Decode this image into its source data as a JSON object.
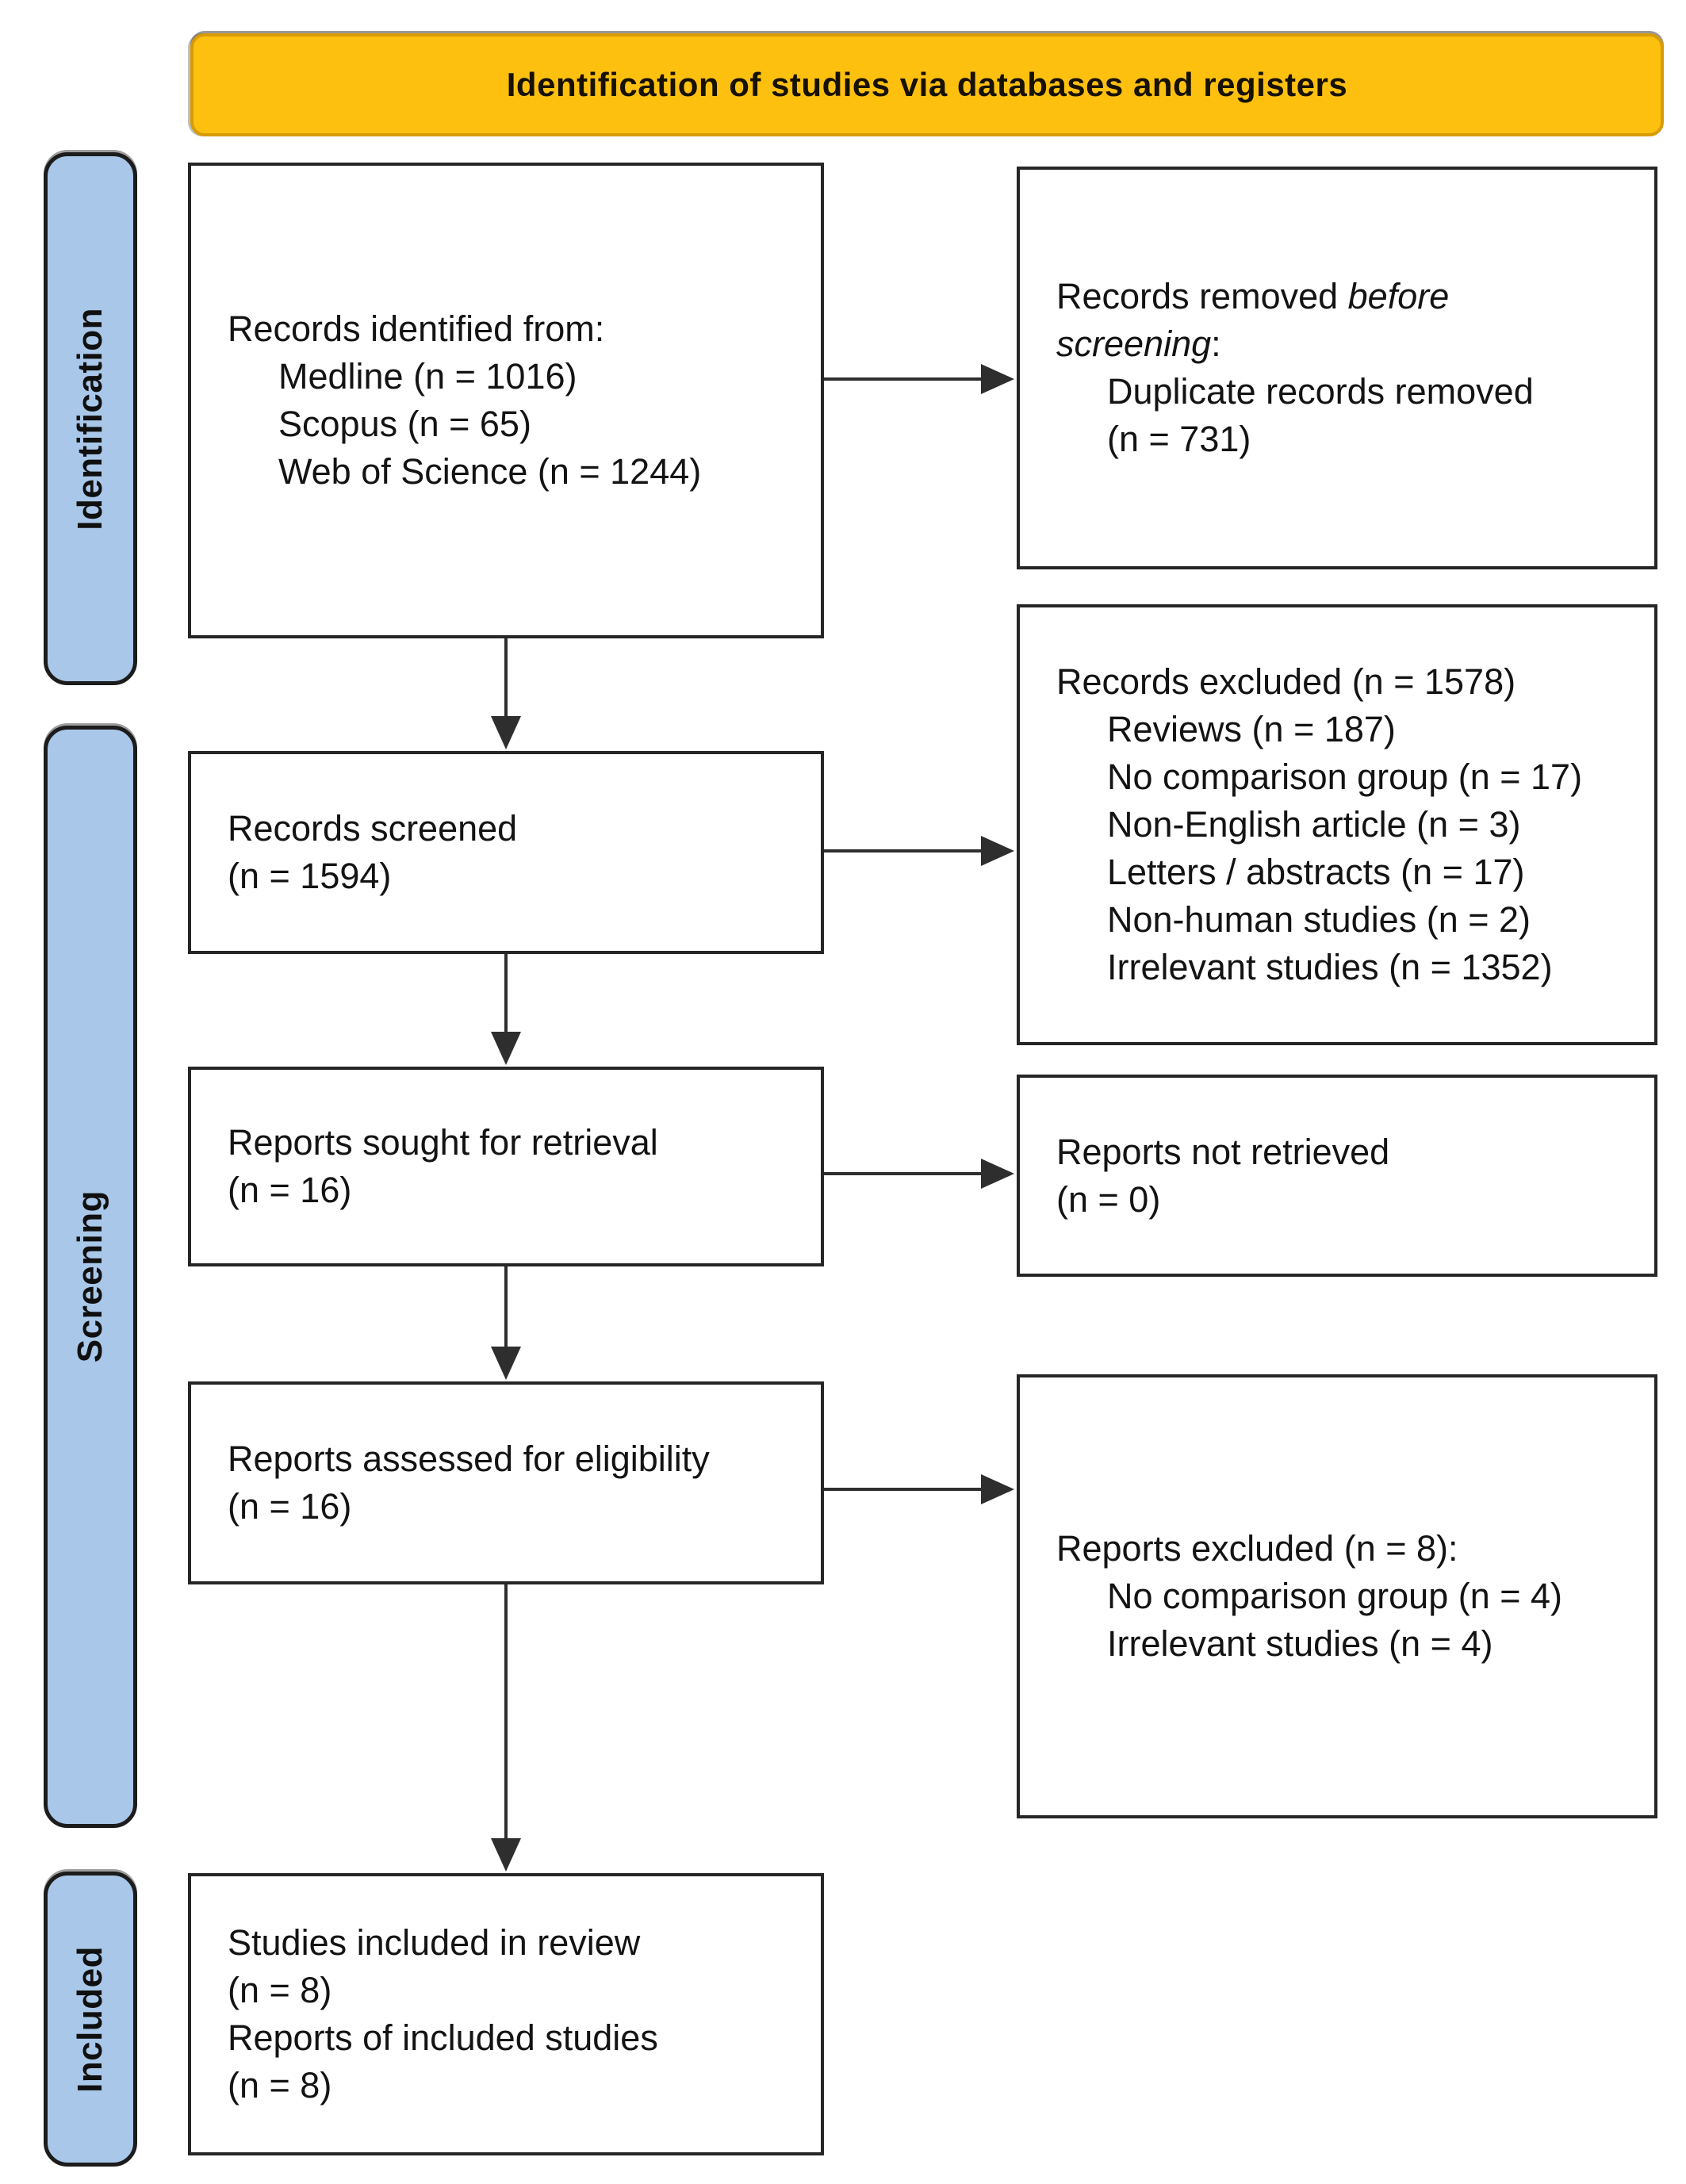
{
  "banner": {
    "title": "Identification of studies via databases and registers"
  },
  "rails": [
    {
      "label": "Identification"
    },
    {
      "label": "Screening"
    },
    {
      "label": "Included"
    }
  ],
  "boxes": {
    "identified": {
      "lines": [
        "Records identified from:",
        "Medline (n = 1016)",
        "Scopus (n = 65)",
        "Web of Science (n = 1244)"
      ]
    },
    "removed": {
      "lead": "Records removed ",
      "italic1": "before",
      "italic2": "screening",
      "tail": ":",
      "sub": [
        "Duplicate records removed",
        "(n = 731)"
      ]
    },
    "screened": {
      "lines": [
        "Records screened",
        "(n = 1594)"
      ]
    },
    "excluded_records": {
      "lines": [
        "Records excluded (n = 1578)",
        "Reviews (n = 187)",
        "No comparison group (n = 17)",
        "Non-English article (n = 3)",
        "Letters / abstracts (n = 17)",
        "Non-human studies (n = 2)",
        "Irrelevant studies (n = 1352)"
      ]
    },
    "sought": {
      "lines": [
        "Reports sought for retrieval",
        "(n = 16)"
      ]
    },
    "not_retrieved": {
      "lines": [
        "Reports not retrieved",
        "(n = 0)"
      ]
    },
    "assessed": {
      "lines": [
        "Reports assessed for eligibility",
        "(n = 16)"
      ]
    },
    "excluded_reports": {
      "lines": [
        "Reports excluded (n = 8):",
        "No comparison group (n = 4)",
        "Irrelevant studies (n = 4)"
      ]
    },
    "included": {
      "lines": [
        "Studies included in review",
        "(n = 8)",
        "Reports of included studies",
        "(n = 8)"
      ]
    }
  },
  "colors": {
    "banner_bg": "#FEC00F",
    "banner_border": "#D79B05",
    "rail_bg": "#A9C7E8",
    "rail_border": "#1C1C1C",
    "box_border": "#262626",
    "arrow_color": "#2E2E2E",
    "text_color": "#131313"
  }
}
